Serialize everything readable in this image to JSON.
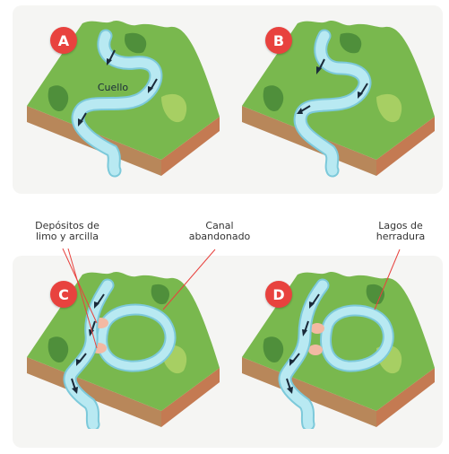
{
  "panels": [
    {
      "id": "A",
      "label": "A"
    },
    {
      "id": "B",
      "label": "B"
    },
    {
      "id": "C",
      "label": "C"
    },
    {
      "id": "D",
      "label": "D"
    }
  ],
  "labels": {
    "neck": "Cuello",
    "deposits_line1": "Depósitos de",
    "deposits_line2": "limo y arcilla",
    "abandoned_line1": "Canal",
    "abandoned_line2": "abandonado",
    "oxbow_line1": "Lagos de",
    "oxbow_line2": "herradura"
  },
  "colors": {
    "badge": "#e8423e",
    "grass": "#79b84e",
    "grass_dark": "#4f8f3b",
    "grass_light": "#a7cf63",
    "soil_right": "#c47a52",
    "soil_front": "#b8875a",
    "river": "#b8e9f2",
    "river_edge": "#7cc9da",
    "deposit": "#f3b9a3",
    "leader": "#e8423e",
    "panel_bg": "#f5f5f3"
  }
}
